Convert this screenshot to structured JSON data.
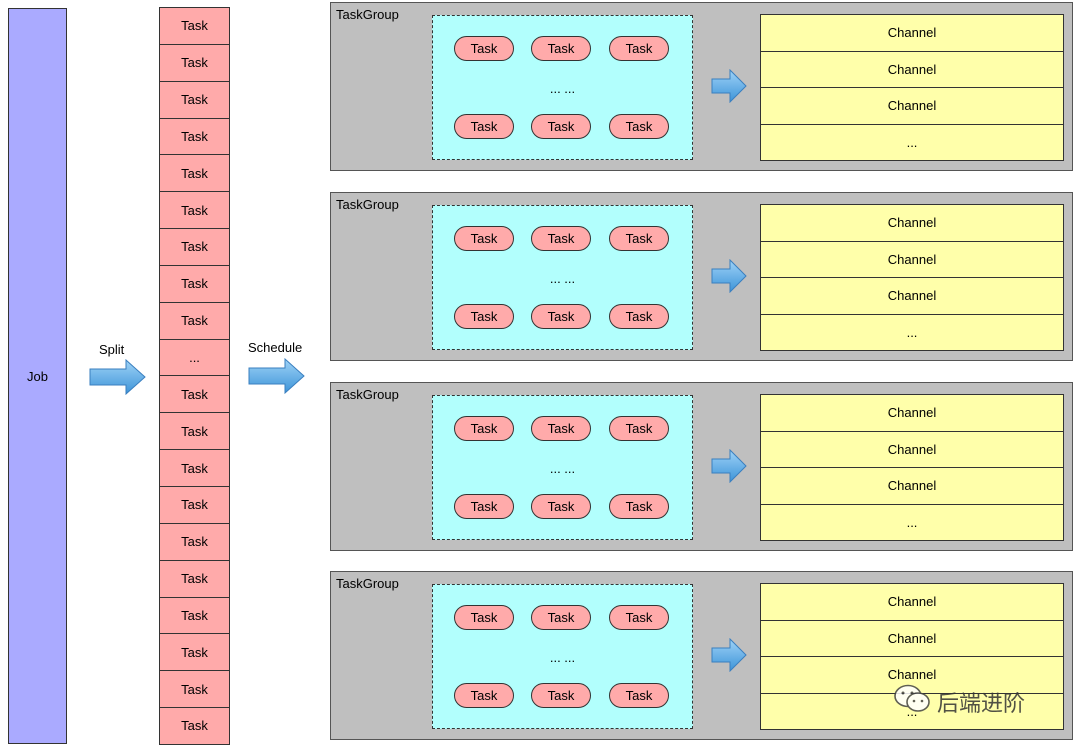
{
  "job": {
    "label": "Job"
  },
  "split": {
    "label": "Split"
  },
  "schedule": {
    "label": "Schedule"
  },
  "task_column": {
    "cells": [
      "Task",
      "Task",
      "Task",
      "Task",
      "Task",
      "Task",
      "Task",
      "Task",
      "Task",
      "...",
      "Task",
      "Task",
      "Task",
      "Task",
      "Task",
      "Task",
      "Task",
      "Task",
      "Task",
      "Task"
    ]
  },
  "task_groups": [
    {
      "title": "TaskGroup",
      "tasks_row1": [
        "Task",
        "Task",
        "Task"
      ],
      "ellipsis": "... ...",
      "tasks_row2": [
        "Task",
        "Task",
        "Task"
      ],
      "channels": [
        "Channel",
        "Channel",
        "Channel",
        "..."
      ]
    },
    {
      "title": "TaskGroup",
      "tasks_row1": [
        "Task",
        "Task",
        "Task"
      ],
      "ellipsis": "... ...",
      "tasks_row2": [
        "Task",
        "Task",
        "Task"
      ],
      "channels": [
        "Channel",
        "Channel",
        "Channel",
        "..."
      ]
    },
    {
      "title": "TaskGroup",
      "tasks_row1": [
        "Task",
        "Task",
        "Task"
      ],
      "ellipsis": "... ...",
      "tasks_row2": [
        "Task",
        "Task",
        "Task"
      ],
      "channels": [
        "Channel",
        "Channel",
        "Channel",
        "..."
      ]
    },
    {
      "title": "TaskGroup",
      "tasks_row1": [
        "Task",
        "Task",
        "Task"
      ],
      "ellipsis": "... ...",
      "tasks_row2": [
        "Task",
        "Task",
        "Task"
      ],
      "channels": [
        "Channel",
        "Channel",
        "Channel",
        "..."
      ]
    }
  ],
  "watermark": {
    "text": "后端进阶",
    "icon": "wechat-icon"
  },
  "colors": {
    "job_fill": "#aaaaff",
    "task_fill": "#ffaaaa",
    "group_fill": "#bfbfbf",
    "inner_fill": "#b2fffd",
    "channel_fill": "#ffffaa",
    "arrow_fill": "#5aaee8"
  }
}
